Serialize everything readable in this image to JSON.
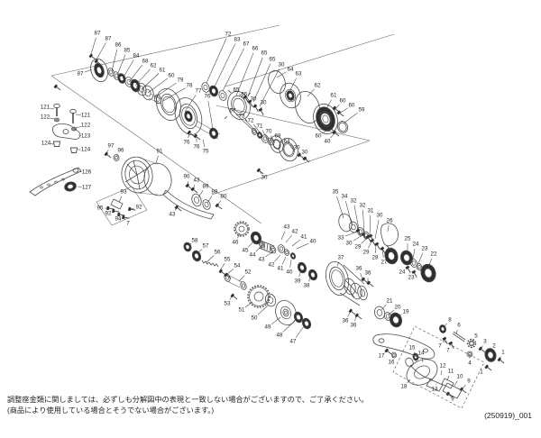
{
  "notes": {
    "footnote_line1": "調整座金類に関しましては、必ずしも分解図中の表現と一致しない場合がございますので、ご了承ください。",
    "footnote_line2": "(商品により使用している場合とそうでない場合がございます。)",
    "doc_code": "(250919)_001"
  },
  "diagram": {
    "description": "exploded-parts-diagram",
    "labels": [
      [
        "87",
        108,
        37,
        101,
        60
      ],
      [
        "87",
        120,
        43,
        107,
        66
      ],
      [
        "86",
        131,
        50,
        124,
        79
      ],
      [
        "85",
        141,
        56,
        130,
        83
      ],
      [
        "84",
        151,
        62,
        136,
        87
      ],
      [
        "68",
        161,
        68,
        143,
        91
      ],
      [
        "62",
        170,
        73,
        150,
        95
      ],
      [
        "61",
        180,
        78,
        157,
        99
      ],
      [
        "60",
        190,
        84,
        164,
        103
      ],
      [
        "79",
        200,
        89,
        172,
        108
      ],
      [
        "78",
        210,
        95,
        181,
        112
      ],
      [
        "77",
        220,
        101,
        205,
        124
      ],
      [
        "76",
        230,
        107,
        236,
        143
      ],
      [
        "87",
        89,
        82,
        102,
        77
      ],
      [
        "121",
        50,
        119,
        60,
        121
      ],
      [
        "122",
        50,
        130,
        61,
        132
      ],
      [
        "121",
        95,
        128,
        84,
        127
      ],
      [
        "122",
        95,
        139,
        84,
        142
      ],
      [
        "123",
        95,
        151,
        87,
        150
      ],
      [
        "124",
        51,
        159,
        60,
        160
      ],
      [
        "124",
        95,
        166,
        86,
        166
      ],
      [
        "126",
        96,
        191,
        88,
        190
      ],
      [
        "127",
        96,
        208,
        86,
        207
      ],
      [
        "97",
        123,
        162,
        118,
        170
      ],
      [
        "96",
        134,
        167,
        130,
        173
      ],
      [
        "91",
        177,
        168,
        173,
        181
      ],
      [
        "90",
        207,
        196,
        209,
        205
      ],
      [
        "43",
        218,
        200,
        214,
        210
      ],
      [
        "89",
        228,
        207,
        220,
        219
      ],
      [
        "88",
        238,
        213,
        230,
        225
      ],
      [
        "80",
        248,
        218,
        241,
        228
      ],
      [
        "93",
        137,
        213,
        132,
        224
      ],
      [
        "95",
        111,
        231,
        119,
        231
      ],
      [
        "92",
        120,
        237,
        126,
        234
      ],
      [
        "94",
        131,
        243,
        132,
        237
      ],
      [
        "7",
        142,
        248,
        137,
        241
      ],
      [
        "92",
        154,
        230,
        144,
        232
      ],
      [
        "43",
        191,
        238,
        196,
        231
      ],
      [
        "72",
        253,
        38,
        229,
        92
      ],
      [
        "83",
        263,
        44,
        238,
        96
      ],
      [
        "67",
        273,
        49,
        247,
        101
      ],
      [
        "66",
        283,
        54,
        262,
        106
      ],
      [
        "65",
        293,
        59,
        275,
        107
      ],
      [
        "65",
        302,
        66,
        281,
        113
      ],
      [
        "30",
        312,
        72,
        288,
        118
      ],
      [
        "64",
        322,
        77,
        307,
        86
      ],
      [
        "63",
        331,
        82,
        322,
        100
      ],
      [
        "62",
        352,
        95,
        341,
        107
      ],
      [
        "61",
        370,
        106,
        362,
        121
      ],
      [
        "60",
        380,
        112,
        371,
        122
      ],
      [
        "60",
        390,
        117,
        376,
        126
      ],
      [
        "59",
        401,
        122,
        382,
        136
      ],
      [
        "60",
        353,
        151,
        365,
        143
      ],
      [
        "40",
        363,
        157,
        371,
        148
      ],
      [
        "65",
        262,
        100,
        269,
        108
      ],
      [
        "65",
        271,
        105,
        275,
        113
      ],
      [
        "30",
        281,
        110,
        283,
        118
      ],
      [
        "30",
        292,
        114,
        289,
        122
      ],
      [
        "67",
        258,
        123,
        280,
        144
      ],
      [
        "73",
        268,
        129,
        286,
        148
      ],
      [
        "72",
        278,
        134,
        292,
        152
      ],
      [
        "71",
        288,
        140,
        298,
        156
      ],
      [
        "70",
        298,
        146,
        305,
        159
      ],
      [
        "69",
        308,
        151,
        315,
        162
      ],
      [
        "64",
        318,
        157,
        327,
        168
      ],
      [
        "30",
        329,
        164,
        334,
        173
      ],
      [
        "30",
        338,
        169,
        340,
        177
      ],
      [
        "30",
        293,
        197,
        288,
        190
      ],
      [
        "76",
        207,
        158,
        210,
        149
      ],
      [
        "76",
        218,
        163,
        218,
        152
      ],
      [
        "75",
        228,
        168,
        225,
        155
      ],
      [
        "35",
        372,
        213,
        381,
        242
      ],
      [
        "34",
        382,
        218,
        390,
        249
      ],
      [
        "32",
        392,
        223,
        398,
        254
      ],
      [
        "32",
        402,
        228,
        404,
        258
      ],
      [
        "31",
        411,
        234,
        410,
        262
      ],
      [
        "30",
        421,
        239,
        416,
        265
      ],
      [
        "26",
        432,
        245,
        430,
        257
      ],
      [
        "33",
        378,
        264,
        396,
        257
      ],
      [
        "30",
        387,
        270,
        402,
        261
      ],
      [
        "29",
        397,
        274,
        407,
        264
      ],
      [
        "29",
        406,
        280,
        412,
        268
      ],
      [
        "28",
        416,
        286,
        417,
        272
      ],
      [
        "27",
        426,
        291,
        424,
        277
      ],
      [
        "25",
        452,
        265,
        452,
        279
      ],
      [
        "24",
        461,
        271,
        458,
        287
      ],
      [
        "23",
        471,
        276,
        464,
        292
      ],
      [
        "22",
        481,
        282,
        475,
        296
      ],
      [
        "24",
        446,
        302,
        452,
        297
      ],
      [
        "23",
        456,
        308,
        459,
        302
      ],
      [
        "37",
        378,
        286,
        374,
        295
      ],
      [
        "36",
        398,
        298,
        402,
        310
      ],
      [
        "36",
        408,
        303,
        408,
        314
      ],
      [
        "36",
        383,
        356,
        388,
        347
      ],
      [
        "36",
        392,
        361,
        395,
        351
      ],
      [
        "58",
        216,
        267,
        209,
        272
      ],
      [
        "57",
        228,
        273,
        219,
        281
      ],
      [
        "56",
        241,
        280,
        229,
        291
      ],
      [
        "55",
        252,
        288,
        244,
        300
      ],
      [
        "54",
        263,
        295,
        251,
        305
      ],
      [
        "52",
        275,
        302,
        265,
        312
      ],
      [
        "53",
        252,
        337,
        257,
        329
      ],
      [
        "51",
        268,
        344,
        280,
        335
      ],
      [
        "50",
        282,
        353,
        297,
        339
      ],
      [
        "49",
        297,
        363,
        311,
        352
      ],
      [
        "48",
        310,
        372,
        327,
        356
      ],
      [
        "47",
        325,
        379,
        337,
        362
      ],
      [
        "46",
        261,
        269,
        266,
        259
      ],
      [
        "45",
        272,
        278,
        281,
        268
      ],
      [
        "44",
        280,
        283,
        290,
        273
      ],
      [
        "43",
        290,
        288,
        303,
        279
      ],
      [
        "42",
        301,
        294,
        311,
        283
      ],
      [
        "41",
        311,
        298,
        317,
        285
      ],
      [
        "40",
        321,
        302,
        323,
        288
      ],
      [
        "39",
        330,
        312,
        334,
        300
      ],
      [
        "38",
        340,
        317,
        345,
        307
      ],
      [
        "43",
        318,
        252,
        312,
        266
      ],
      [
        "42",
        327,
        257,
        317,
        269
      ],
      [
        "41",
        337,
        263,
        324,
        273
      ],
      [
        "40",
        347,
        268,
        329,
        276
      ],
      [
        "21",
        432,
        334,
        423,
        344
      ],
      [
        "20",
        441,
        341,
        431,
        349
      ],
      [
        "19",
        450,
        346,
        440,
        352
      ],
      [
        "8",
        499,
        355,
        492,
        363
      ],
      [
        "6",
        509,
        361,
        506,
        370
      ],
      [
        "5",
        528,
        373,
        524,
        379
      ],
      [
        "3",
        538,
        379,
        534,
        386
      ],
      [
        "2",
        548,
        384,
        545,
        391
      ],
      [
        "1",
        558,
        391,
        554,
        398
      ],
      [
        "7",
        488,
        384,
        493,
        377
      ],
      [
        "7",
        497,
        389,
        500,
        381
      ],
      [
        "4",
        521,
        403,
        521,
        395
      ],
      [
        "1",
        534,
        413,
        540,
        407
      ],
      [
        "15",
        457,
        386,
        461,
        394
      ],
      [
        "14",
        467,
        392,
        469,
        402
      ],
      [
        "17",
        423,
        395,
        428,
        390
      ],
      [
        "16",
        434,
        402,
        436,
        395
      ],
      [
        "12",
        491,
        406,
        489,
        416
      ],
      [
        "11",
        500,
        412,
        496,
        422
      ],
      [
        "10",
        510,
        418,
        504,
        428
      ],
      [
        "9",
        520,
        423,
        512,
        432
      ],
      [
        "18",
        448,
        429,
        455,
        421
      ],
      [
        "13",
        482,
        432,
        484,
        426
      ],
      [
        "9",
        502,
        443,
        497,
        437
      ]
    ]
  }
}
